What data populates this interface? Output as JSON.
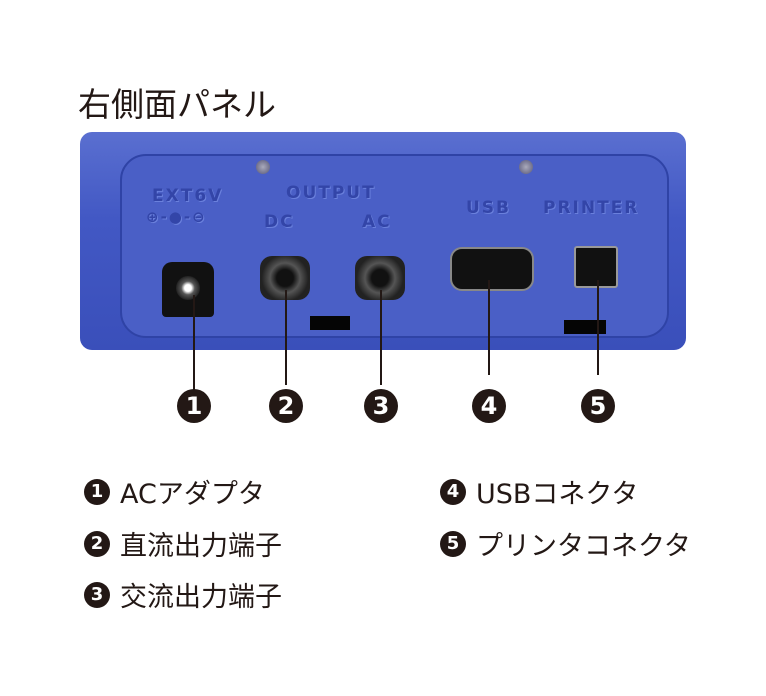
{
  "title": "右側面パネル",
  "panel_labels": {
    "ext": "EXT6V",
    "polarity": "⊕-●-⊖",
    "output": "OUTPUT",
    "dc": "DC",
    "ac": "AC",
    "usb": "USB",
    "printer": "PRINTER"
  },
  "callouts": [
    "1",
    "2",
    "3",
    "4",
    "5"
  ],
  "legend": [
    {
      "num": "1",
      "label": "ACアダプタ"
    },
    {
      "num": "2",
      "label": "直流出力端子"
    },
    {
      "num": "3",
      "label": "交流出力端子"
    },
    {
      "num": "4",
      "label": "USBコネクタ"
    },
    {
      "num": "5",
      "label": "プリンタコネクタ"
    }
  ]
}
